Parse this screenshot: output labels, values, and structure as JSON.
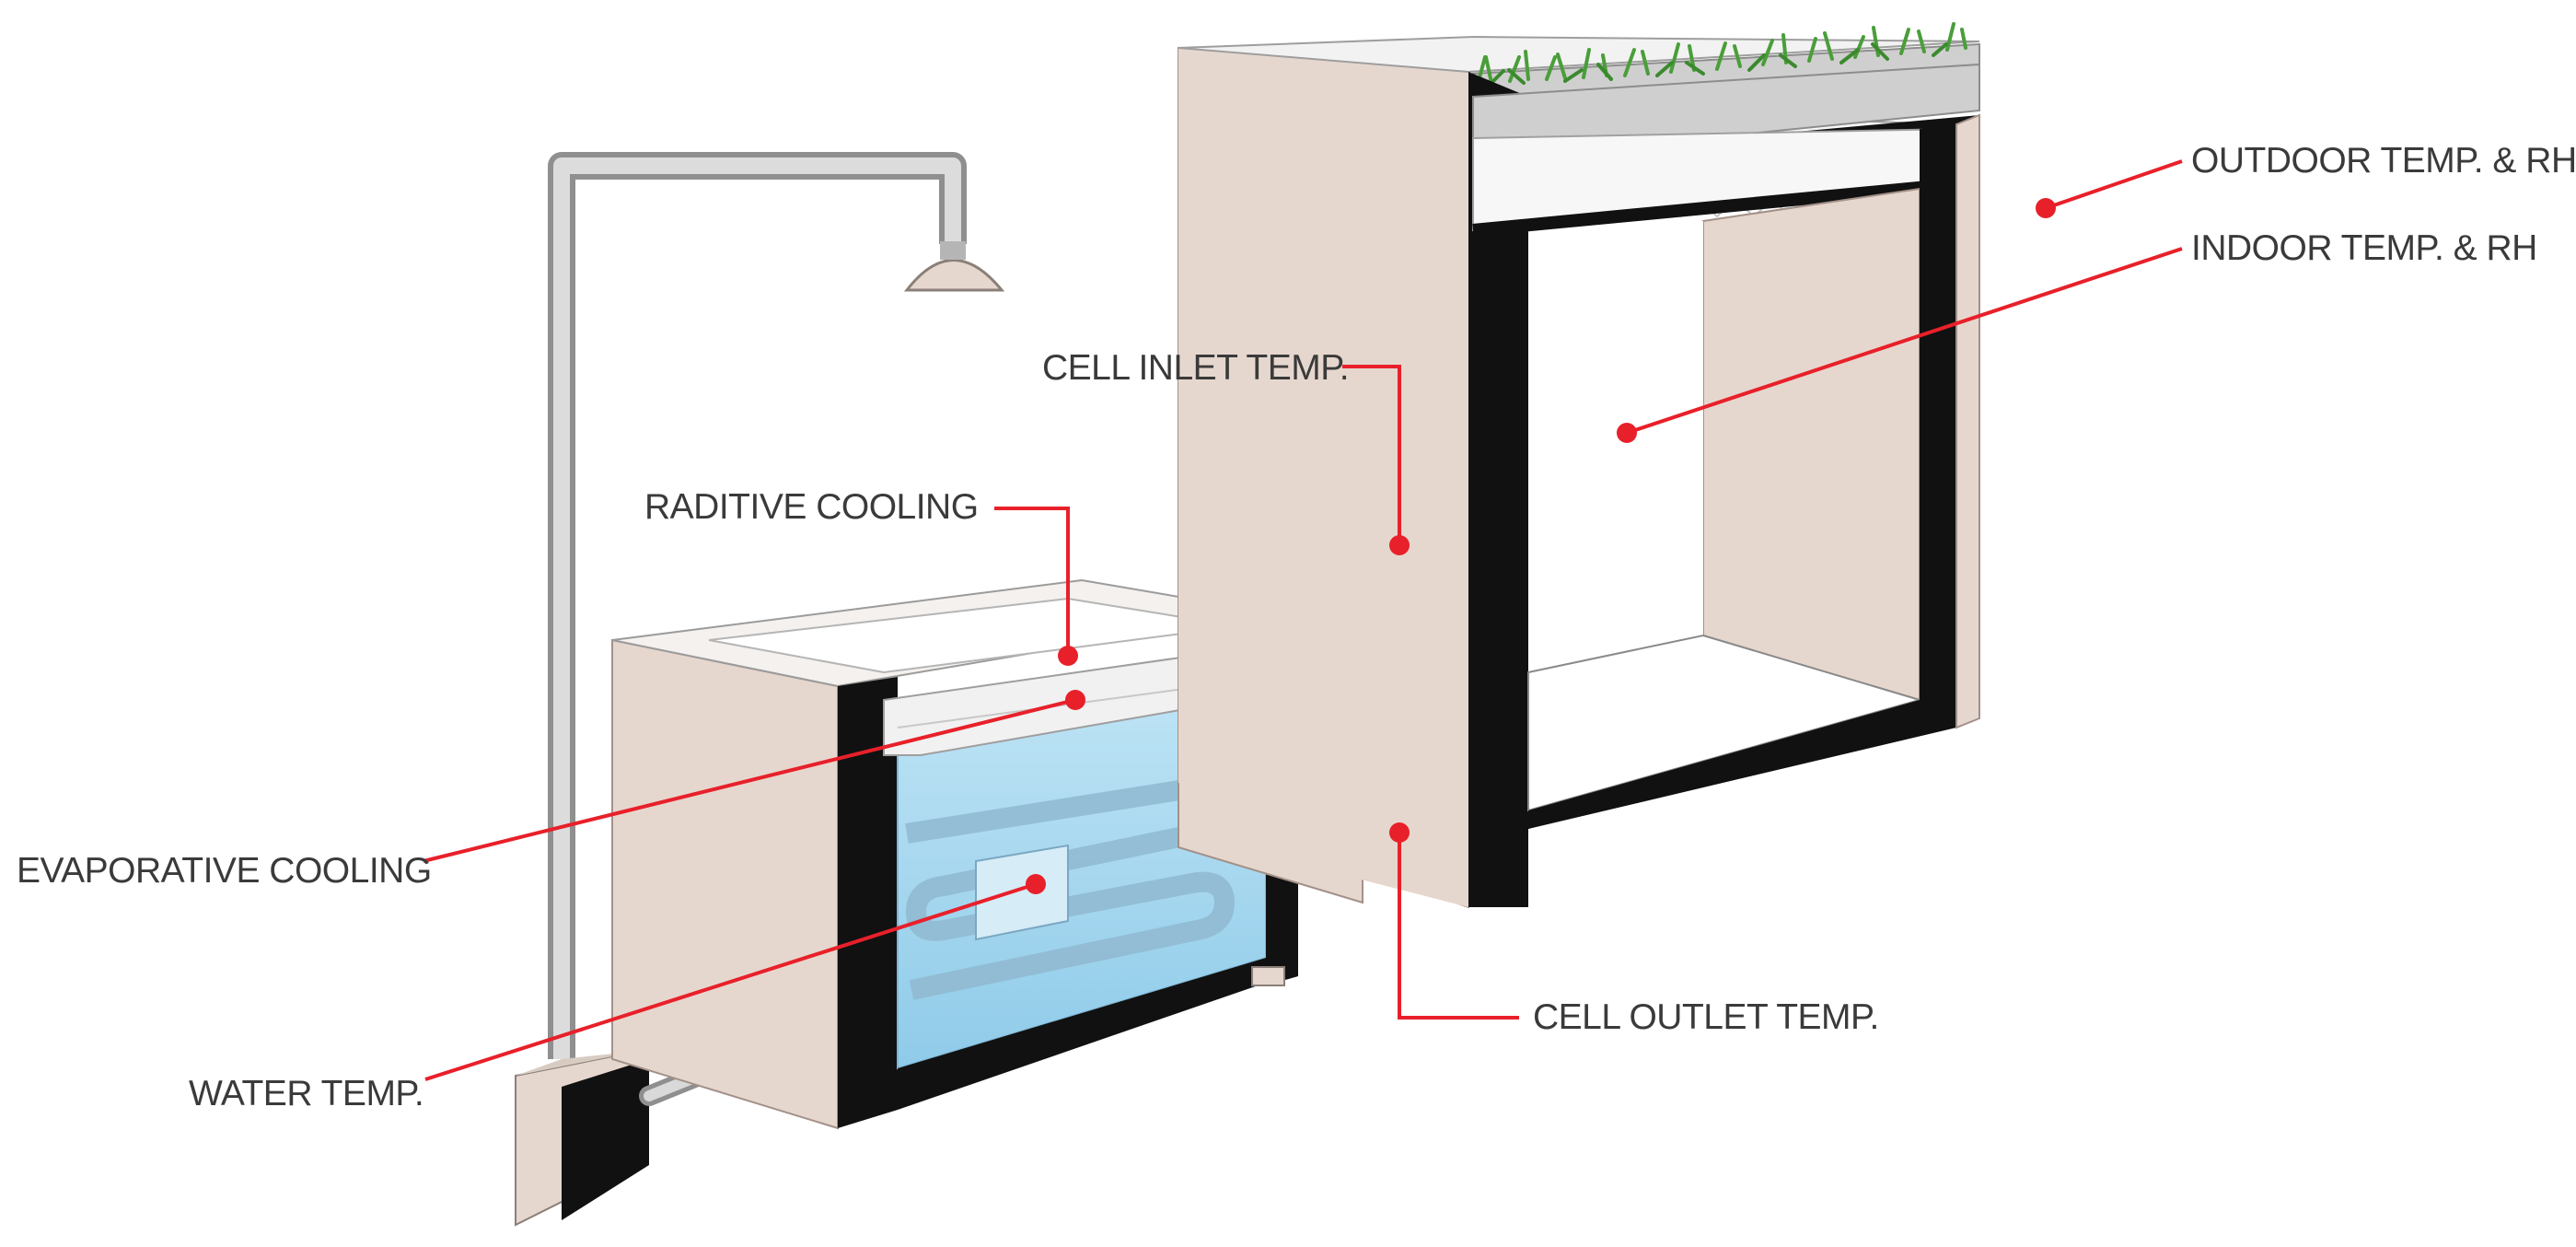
{
  "labels": {
    "outdoor": "OUTDOOR TEMP. & RH",
    "indoor": "INDOOR TEMP. & RH",
    "cell_inlet": "CELL INLET TEMP.",
    "radiative": "RADITIVE COOLING",
    "evaporative": "EVAPORATIVE COOLING",
    "cell_outlet": "CELL OUTLET TEMP.",
    "water": "WATER TEMP."
  },
  "colors": {
    "wall": "#e6d7ce",
    "frame": "#0d0d0d",
    "water": "#a9d8f0",
    "pipe": "#b9b9b9",
    "sensor": "#e8202a",
    "greenery": "#4a9e3a"
  }
}
